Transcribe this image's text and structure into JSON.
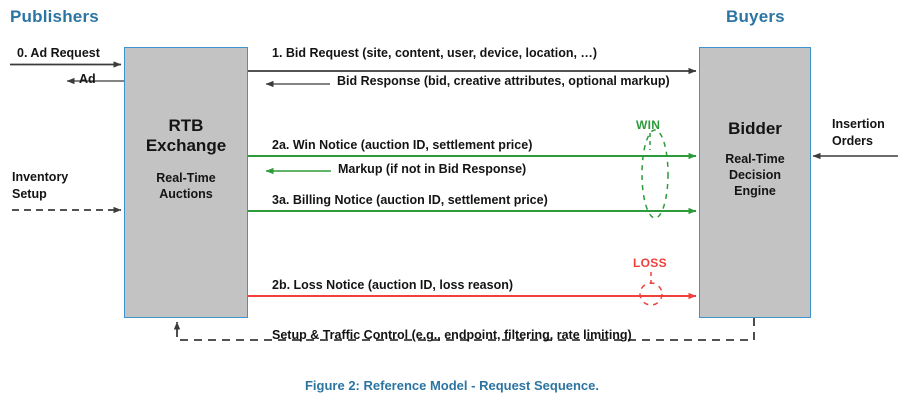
{
  "figure": {
    "caption": "Figure 2:  Reference Model - Request Sequence."
  },
  "colors": {
    "heading_blue": "#2C75A3",
    "box_fill": "#C3C3C3",
    "box_border": "#3E93D1",
    "flow_black": "#3B3B3B",
    "flow_green": "#2E9B3A",
    "flow_red": "#F0413C",
    "dashed_gray": "#3B3B3B"
  },
  "groups": {
    "left": "Publishers",
    "right": "Buyers"
  },
  "nodes": {
    "exchange": {
      "title_line1": "RTB",
      "title_line2": "Exchange",
      "sub_line1": "Real-Time",
      "sub_line2": "Auctions"
    },
    "bidder": {
      "title": "Bidder",
      "sub_line1": "Real-Time",
      "sub_line2": "Decision",
      "sub_line3": "Engine"
    }
  },
  "flows": {
    "ad_request": "0.  Ad Request",
    "ad": "Ad",
    "inventory_setup_line1": "Inventory",
    "inventory_setup_line2": "Setup",
    "bid_request": "1.  Bid Request  (site, content, user, device, location, …)",
    "bid_response": "Bid Response  (bid, creative attributes, optional markup)",
    "win_notice": "2a.  Win Notice  (auction ID, settlement price)",
    "markup": "Markup  (if not in Bid Response)",
    "billing_notice": "3a.  Billing Notice  (auction ID, settlement price)",
    "loss_notice": "2b.  Loss Notice  (auction ID, loss reason)",
    "setup_traffic_control": "Setup & Traffic Control  (e.g., endpoint, filtering, rate limiting)",
    "insertion_orders_line1": "Insertion",
    "insertion_orders_line2": "Orders"
  },
  "annotations": {
    "win": "WIN",
    "loss": "LOSS"
  }
}
